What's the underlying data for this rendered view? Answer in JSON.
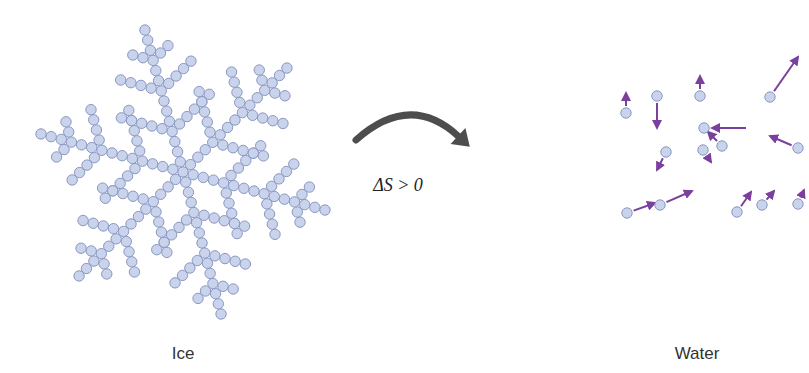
{
  "diagram": {
    "labels": [
      "Ice",
      "ΔS > 0",
      "Water"
    ]
  }
}
